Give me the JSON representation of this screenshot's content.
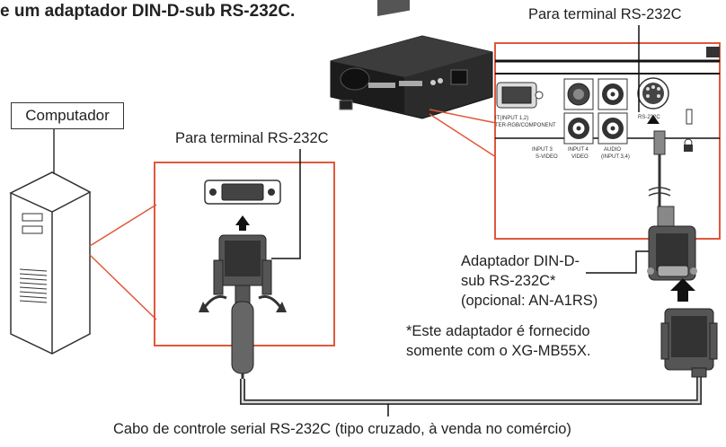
{
  "heading": "e um adaptador DIN-D-sub RS-232C.",
  "labels": {
    "top_right": "Para terminal RS-232C",
    "middle": "Para terminal RS-232C",
    "computer": "Computador",
    "adapter_line1": "Adaptador DIN-D-",
    "adapter_line2": "sub RS-232C*",
    "adapter_line3": "(opcional: AN-A1RS)",
    "footnote_line1": "*Este adaptador é fornecido",
    "footnote_line2": "somente com o XG-MB55X.",
    "cable": "Cabo de controle serial RS-232C (tipo cruzado, à venda no comércio)"
  },
  "panel_labels": {
    "input12": "IT(INPUT 1,2)",
    "rgb_component": "TER-RGB/COMPONENT",
    "input3": "INPUT 3",
    "svideo": "S-VIDEO",
    "input4": "INPUT 4",
    "video": "VIDEO",
    "audio": "AUDIO",
    "input34": "(INPUT 3,4)",
    "rs232c": "RS-232C"
  },
  "colors": {
    "callout": "#e0573b",
    "line": "#333333"
  }
}
